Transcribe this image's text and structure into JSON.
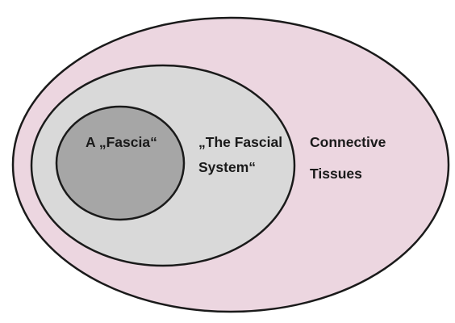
{
  "diagram": {
    "type": "nested-venn",
    "sets": [
      {
        "id": "connective-tissues",
        "label_lines": [
          "Connective",
          "Tissues"
        ],
        "fill": "#ecd6e0"
      },
      {
        "id": "fascial-system",
        "label_lines": [
          "„The Fascial",
          "System“"
        ],
        "fill": "#d9d9d9"
      },
      {
        "id": "fascia",
        "label_lines": [
          "A „Fascia“"
        ],
        "fill": "#a6a6a6"
      }
    ],
    "stroke_color": "#1a1a1a"
  }
}
